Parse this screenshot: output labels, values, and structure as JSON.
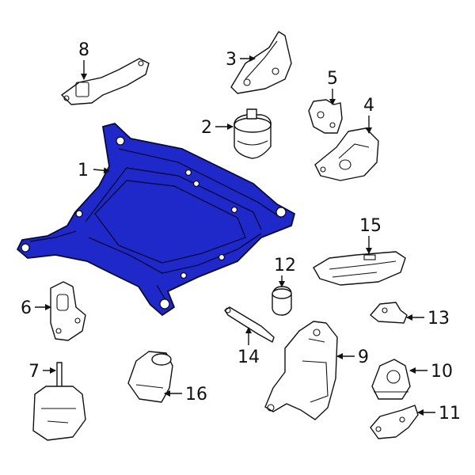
{
  "colors": {
    "highlight": "#1f28c8",
    "highlight_dark": "#131a90",
    "line": "#111111",
    "background": "#ffffff"
  },
  "callouts": [
    {
      "id": "1",
      "text": "1"
    },
    {
      "id": "2",
      "text": "2"
    },
    {
      "id": "3",
      "text": "3"
    },
    {
      "id": "4",
      "text": "4"
    },
    {
      "id": "5",
      "text": "5"
    },
    {
      "id": "6",
      "text": "6"
    },
    {
      "id": "7",
      "text": "7"
    },
    {
      "id": "8",
      "text": "8"
    },
    {
      "id": "9",
      "text": "9"
    },
    {
      "id": "10",
      "text": "10"
    },
    {
      "id": "11",
      "text": "11"
    },
    {
      "id": "12",
      "text": "12"
    },
    {
      "id": "13",
      "text": "13"
    },
    {
      "id": "14",
      "text": "14"
    },
    {
      "id": "15",
      "text": "15"
    },
    {
      "id": "16",
      "text": "16"
    }
  ],
  "highlighted_part": "1"
}
